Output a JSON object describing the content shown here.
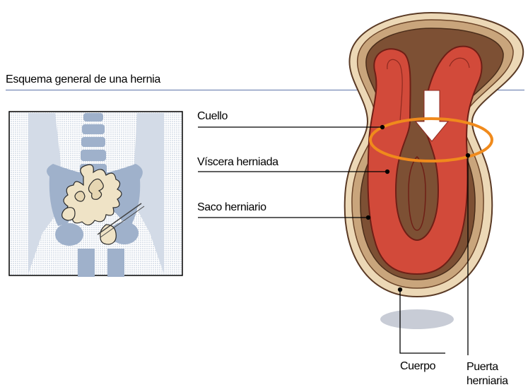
{
  "title": "Esquema general de una hernia",
  "labels": {
    "cuello": "Cuello",
    "viscera": "Víscera herniada",
    "saco": "Saco herniario",
    "cuerpo": "Cuerpo",
    "puerta_line1": "Puerta",
    "puerta_line2": "herniaria"
  },
  "colors": {
    "rule": "#5c74a8",
    "hernia_ring": "#f08a1c",
    "intestine": "#d24a3a",
    "sac_outer": "#e6c9a0",
    "sac_brown": "#7a4a2e",
    "body_silhouette": "#b8c4d6"
  }
}
